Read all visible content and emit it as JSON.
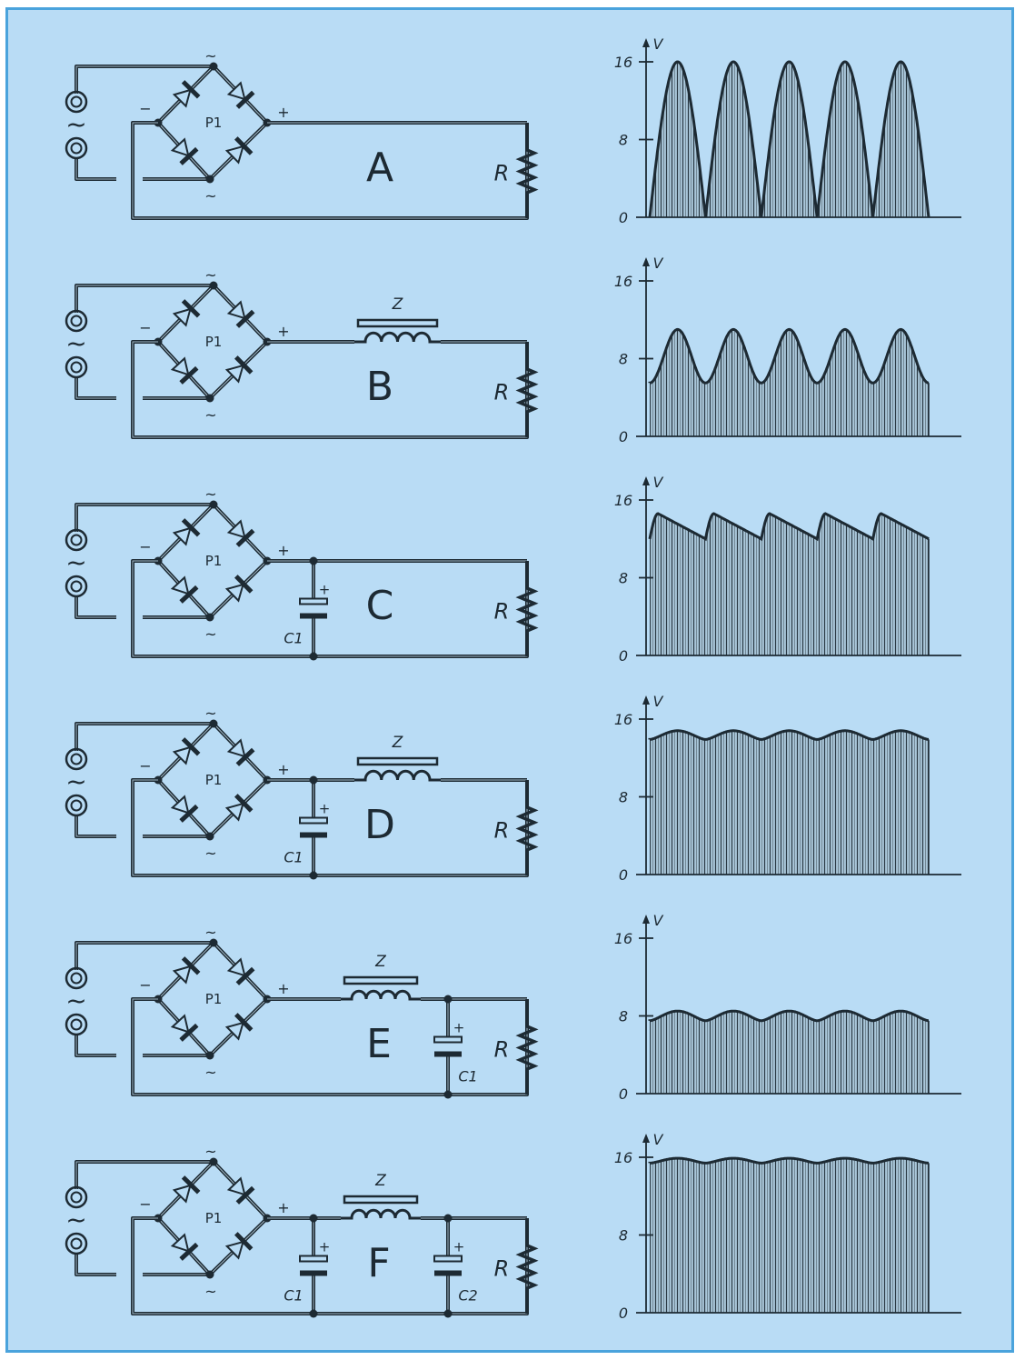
{
  "colors": {
    "background": "#b9dcf5",
    "border": "#4aa3dc",
    "ink": "#1d2a33"
  },
  "symbols": {
    "ac": "~",
    "plus": "+",
    "minus": "−",
    "bridge": "P1",
    "resistor": "R",
    "inductor": "Z",
    "axis_unit": "V"
  },
  "axis_ticks": [
    "0",
    "8",
    "16"
  ],
  "panels": [
    {
      "label": "A",
      "inductor": null,
      "capacitors": [],
      "waveform": {
        "shape": "full-wave",
        "min": 0,
        "max": 16,
        "cycles": 5
      }
    },
    {
      "label": "B",
      "inductor": "Z",
      "capacitors": [],
      "waveform": {
        "shape": "rounded",
        "min": 5.5,
        "max": 11,
        "cycles": 5
      }
    },
    {
      "label": "C",
      "inductor": null,
      "capacitors": [
        {
          "label": "C1",
          "position": "bridge-side"
        }
      ],
      "waveform": {
        "shape": "sawtooth",
        "min": 12,
        "max": 14.6,
        "cycles": 5
      }
    },
    {
      "label": "D",
      "inductor": "Z",
      "capacitors": [
        {
          "label": "C1",
          "position": "bridge-side"
        }
      ],
      "waveform": {
        "shape": "ripple",
        "min": 13.9,
        "max": 14.8,
        "cycles": 5
      }
    },
    {
      "label": "E",
      "inductor": "Z",
      "capacitors": [
        {
          "label": "C1",
          "position": "load-side"
        }
      ],
      "waveform": {
        "shape": "ripple",
        "min": 7.5,
        "max": 8.5,
        "cycles": 5
      }
    },
    {
      "label": "F",
      "inductor": "Z",
      "capacitors": [
        {
          "label": "C1",
          "position": "bridge-side"
        },
        {
          "label": "C2",
          "position": "load-side"
        }
      ],
      "waveform": {
        "shape": "ripple",
        "min": 15.4,
        "max": 15.9,
        "cycles": 5
      }
    }
  ]
}
